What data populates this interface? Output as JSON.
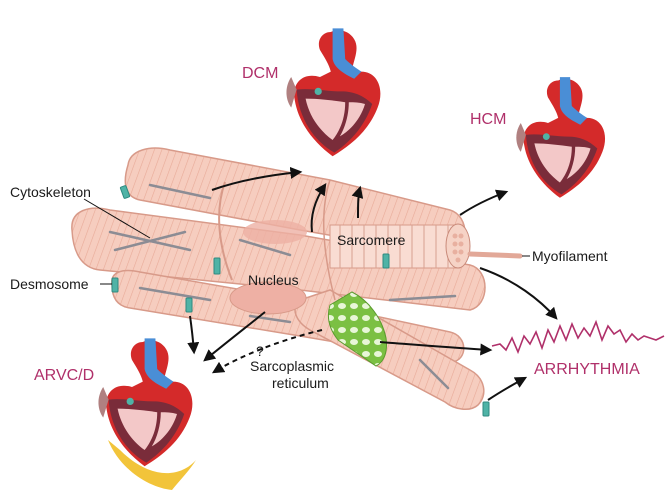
{
  "labels": {
    "cytoskeleton": "Cytoskeleton",
    "desmosome": "Desmosome",
    "nucleus": "Nucleus",
    "sarcomere": "Sarcomere",
    "myofilament": "Myofilament",
    "sarcoplasmic_line1": "Sarcoplasmic",
    "sarcoplasmic_line2": "reticulum",
    "question": "?"
  },
  "diseases": {
    "dcm": "DCM",
    "hcm": "HCM",
    "arvcd": "ARVC/D",
    "arrhythmia": "ARRHYTHMIA"
  },
  "colors": {
    "disease_label": "#b0306a",
    "cell_fill": "#f6cdbf",
    "cell_stroke": "#d89a89",
    "heart_red": "#d42a2a",
    "heart_blue": "#4a8ed6",
    "myocardium": "#7a2c3a",
    "sr_green": "#7bc043",
    "desmosome_teal": "#4fb3a6",
    "fat_yellow": "#f2c43a"
  }
}
